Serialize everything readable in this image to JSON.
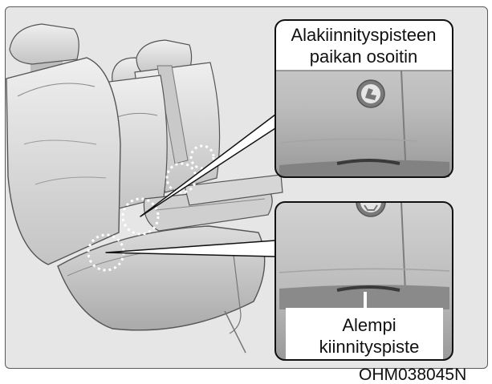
{
  "figure": {
    "callout_top": {
      "line1": "Alakiinnityspisteen",
      "line2": "paikan osoitin",
      "icon": "child-seat-anchor-icon"
    },
    "callout_bottom": {
      "line1": "Alempi",
      "line2": "kiinnityspiste"
    },
    "code": "OHM038045N"
  }
}
